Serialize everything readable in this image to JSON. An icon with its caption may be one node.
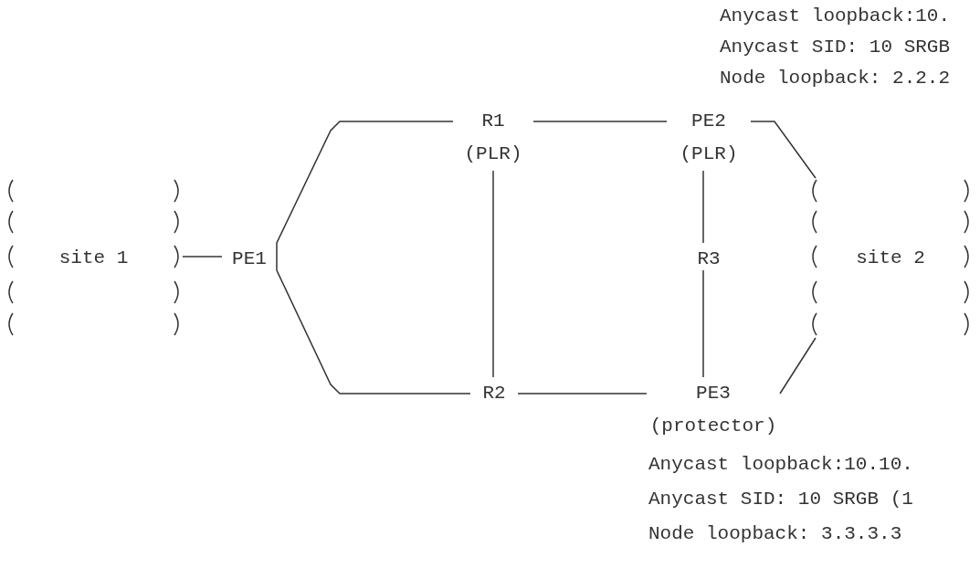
{
  "diagram": {
    "nodes": [
      {
        "text": [
          "R1",
          "(PLR)"
        ]
      },
      {
        "text": [
          "PE2",
          "(PLR)"
        ],
        "beside": [
          "Anycast loopback:10.",
          "Anycast SID: 10 SRGB",
          "Node loopback: 2.2.2"
        ]
      },
      {
        "text": [
          "site 1"
        ]
      },
      {
        "text": [
          "PE1"
        ]
      },
      {
        "text": [
          "R3"
        ]
      },
      {
        "text": [
          "site 2"
        ]
      },
      {
        "text": [
          "R2"
        ]
      },
      {
        "text": [
          "PE3",
          "(protector)"
        ],
        "beside": [
          "Anycast loopback:10.10.",
          "Anycast SID: 10 SRGB (1",
          "Node loopback: 3.3.3.3"
        ]
      }
    ],
    "edges": [
      {
        "from": 0,
        "to": 1,
        "arrow": "none"
      },
      {
        "from": 6,
        "to": 7,
        "arrow": "none"
      },
      {
        "from": 0,
        "to": 6,
        "arrow": "none"
      },
      {
        "from": 2,
        "to": 3,
        "arrow": "none"
      },
      {
        "from": 3,
        "to": 0,
        "arrow": "none"
      },
      {
        "from": 3,
        "to": 6,
        "arrow": "none"
      },
      {
        "from": 1,
        "to": 4,
        "arrow": "none"
      },
      {
        "from": 4,
        "to": 7,
        "arrow": "none"
      },
      {
        "from": 1,
        "to": 5,
        "arrow": "none"
      },
      {
        "from": 7,
        "to": 5,
        "arrow": "none"
      }
    ]
  }
}
